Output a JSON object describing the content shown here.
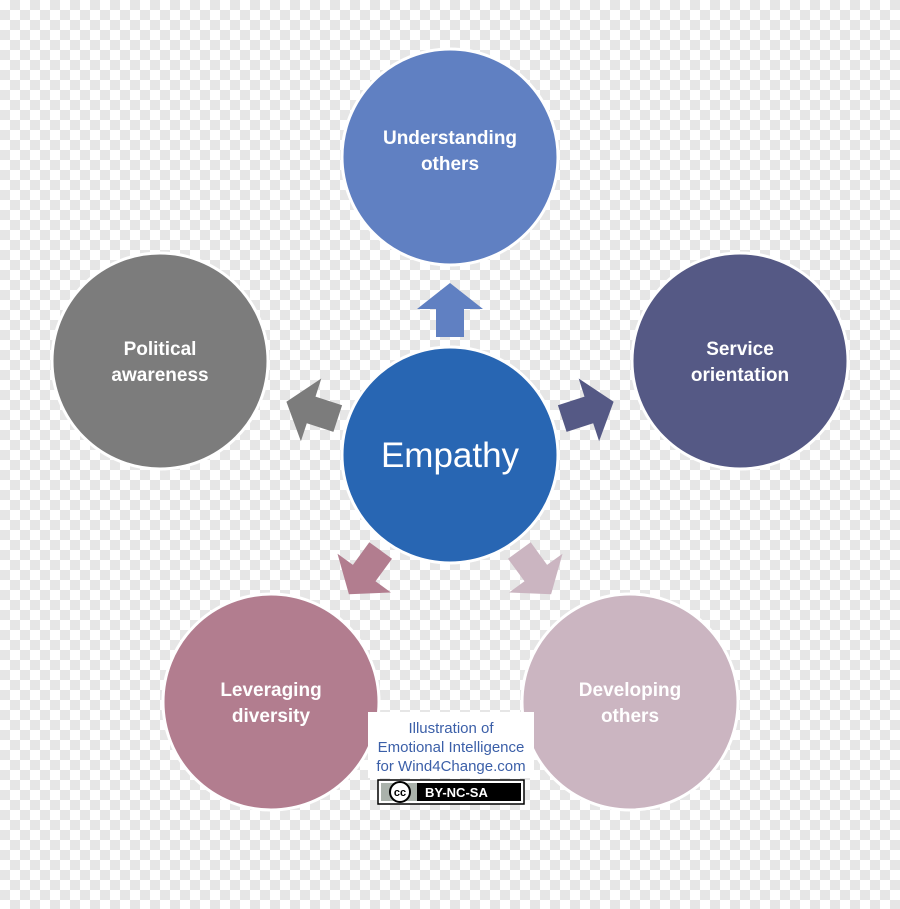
{
  "center": {
    "label": "Empathy",
    "color": "#2866b3"
  },
  "nodes": [
    {
      "id": "understanding-others",
      "lines": [
        "Understanding",
        "others"
      ],
      "color": "#6080c2"
    },
    {
      "id": "service-orientation",
      "lines": [
        "Service",
        "orientation"
      ],
      "color": "#555985"
    },
    {
      "id": "developing-others",
      "lines": [
        "Developing",
        "others"
      ],
      "color": "#cbb5c1"
    },
    {
      "id": "leveraging-diversity",
      "lines": [
        "Leveraging",
        "diversity"
      ],
      "color": "#b27d8f"
    },
    {
      "id": "political-awareness",
      "lines": [
        "Political",
        "awareness"
      ],
      "color": "#7c7c7c"
    }
  ],
  "credit": {
    "line1": "Illustration of",
    "line2": "Emotional Intelligence",
    "line3": "for Wind4Change.com"
  },
  "license": {
    "cc": "cc",
    "text": "BY-NC-SA"
  }
}
